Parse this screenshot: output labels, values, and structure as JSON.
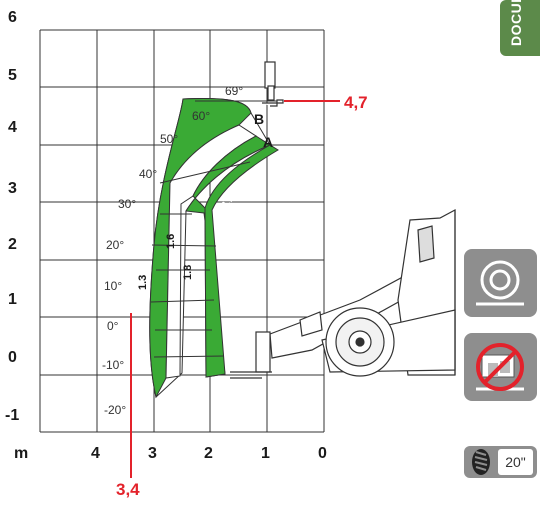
{
  "side_tab": {
    "label": "DOCUMENTS"
  },
  "axes": {
    "y_ticks": [
      "6",
      "5",
      "4",
      "3",
      "2",
      "1",
      "0",
      "-1"
    ],
    "x_ticks": [
      "4",
      "3",
      "2",
      "1",
      "0"
    ],
    "x_unit": "m"
  },
  "angles": [
    "69°",
    "60°",
    "50°",
    "40°",
    "30°",
    "20°",
    "10°",
    "0°",
    "-10°",
    "-20°"
  ],
  "load_labels": [
    "1.3",
    "1.6",
    "1.8",
    "2.25"
  ],
  "points": {
    "top": "B",
    "mid": "A"
  },
  "annotations": {
    "max_height": "4,7",
    "max_reach": "3,4"
  },
  "tyre": {
    "size": "20\""
  },
  "colors": {
    "zone_green": "#3aaa35",
    "annotation_red": "#e3222b",
    "icon_gray": "#8e8e8e",
    "tab_green": "#5c8a4a"
  },
  "icons": [
    "tyre-icon",
    "no-stabilisers-icon",
    "tread-icon",
    "telehandler-icon"
  ]
}
